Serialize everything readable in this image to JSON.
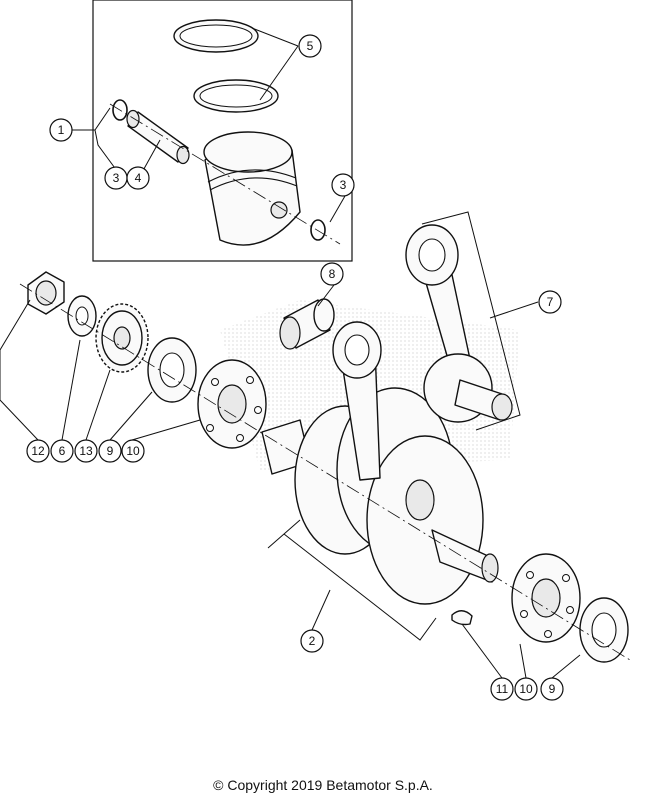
{
  "callouts": {
    "c1": "1",
    "c2": "2",
    "c3a": "3",
    "c3b": "3",
    "c4": "4",
    "c5": "5",
    "c6": "6",
    "c7": "7",
    "c8": "8",
    "c9a": "9",
    "c9b": "9",
    "c10a": "10",
    "c10b": "10",
    "c11": "11",
    "c12": "12",
    "c13": "13"
  },
  "footer": {
    "copyright": "© Copyright 2019 Betamotor S.p.A."
  }
}
